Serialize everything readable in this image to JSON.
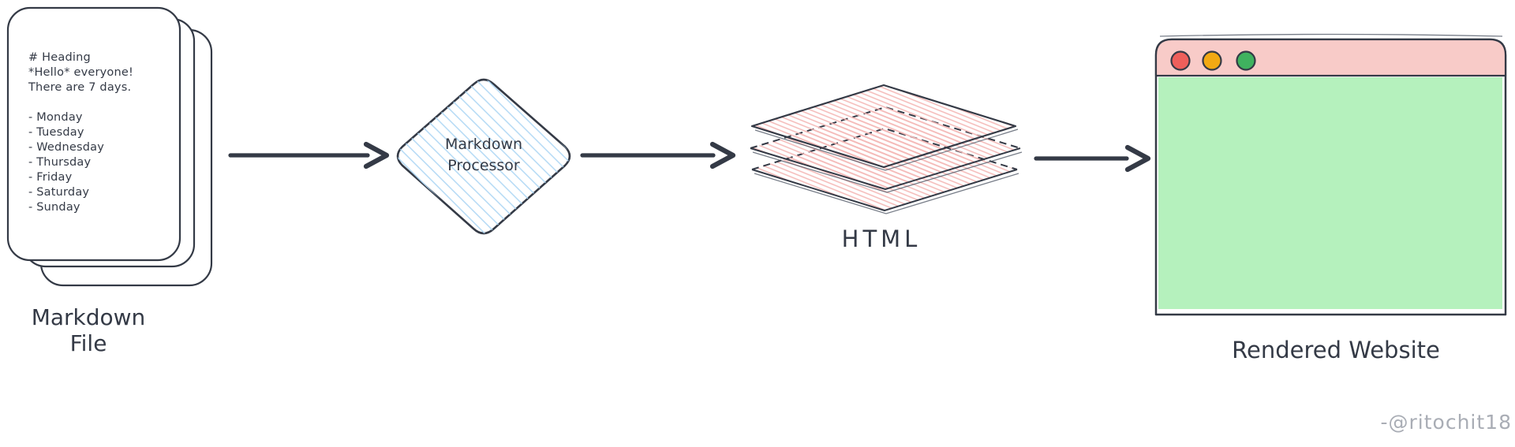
{
  "markdown_file": {
    "label": "Markdown File",
    "content": "# Heading\n*Hello* everyone!\nThere are 7 days.\n\n- Monday\n- Tuesday\n- Wednesday\n- Thursday\n- Friday\n- Saturday\n- Sunday"
  },
  "processor": {
    "label": "Markdown\nProcessor"
  },
  "html_layers": {
    "label": "HTML"
  },
  "rendered_website": {
    "label": "Rendered Website",
    "window_buttons": [
      "close-icon",
      "minimize-icon",
      "maximize-icon"
    ]
  },
  "signature": "-@ritochit18",
  "colors": {
    "stroke_dark": "#343a46",
    "diamond_hatch_blue": "#aed7f4",
    "layers_hatch_pink": "#f4b9b7",
    "titlebar_pink": "#f8cbc8",
    "content_green": "#b5f1bd",
    "button_red": "#ee5f5b",
    "button_amber": "#f2a913",
    "button_green": "#3fb25f",
    "signature_gray": "#a9adb5"
  }
}
